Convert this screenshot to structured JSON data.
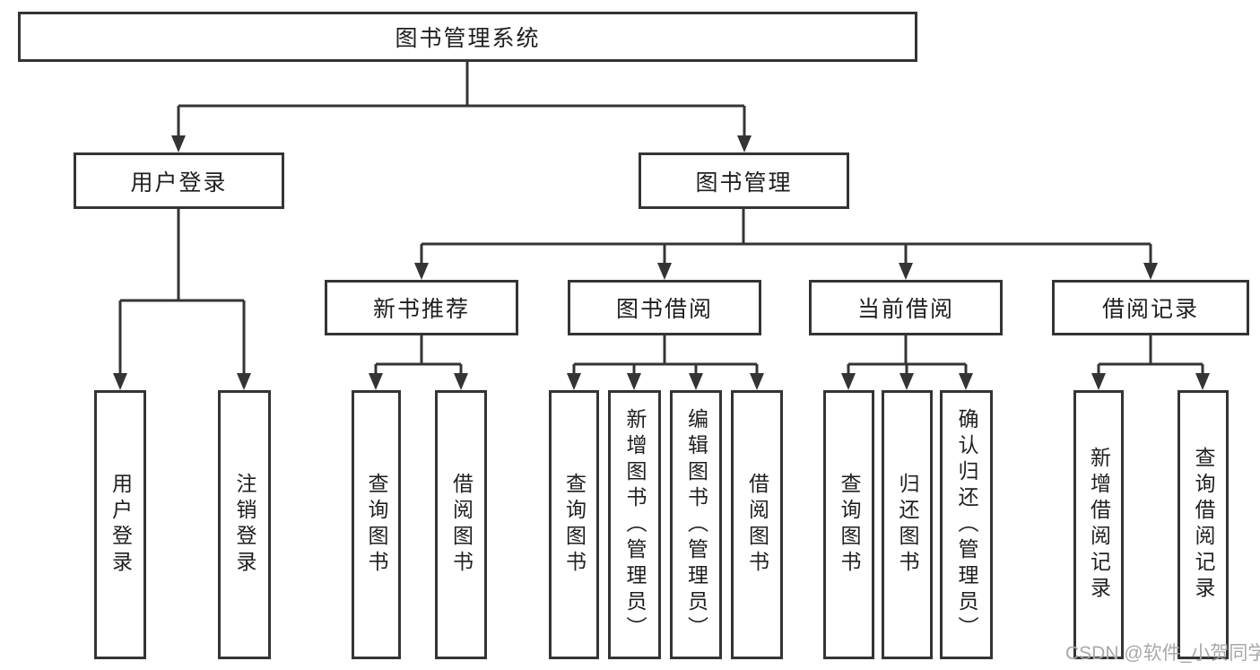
{
  "diagram": {
    "root": {
      "label": "图书管理系统"
    },
    "level1": [
      {
        "label": "用户登录"
      },
      {
        "label": "图书管理"
      }
    ],
    "level2": [
      {
        "label": "新书推荐"
      },
      {
        "label": "图书借阅"
      },
      {
        "label": "当前借阅"
      },
      {
        "label": "借阅记录"
      }
    ],
    "leaves": [
      {
        "label": "用户登录"
      },
      {
        "label": "注销登录"
      },
      {
        "label": "查询图书"
      },
      {
        "label": "借阅图书"
      },
      {
        "label": "查询图书"
      },
      {
        "label": "新增图书（管理员）"
      },
      {
        "label": "编辑图书（管理员）"
      },
      {
        "label": "借阅图书"
      },
      {
        "label": "查询图书"
      },
      {
        "label": "归还图书"
      },
      {
        "label": "确认归还（管理员）"
      },
      {
        "label": "新增借阅记录"
      },
      {
        "label": "查询借阅记录"
      }
    ]
  },
  "colors": {
    "line": "#343434",
    "text": "#1f1f1f",
    "watermark": "#a8a8a8",
    "background": "#ffffff"
  },
  "watermark": "CSDN @软件_小贺同学"
}
